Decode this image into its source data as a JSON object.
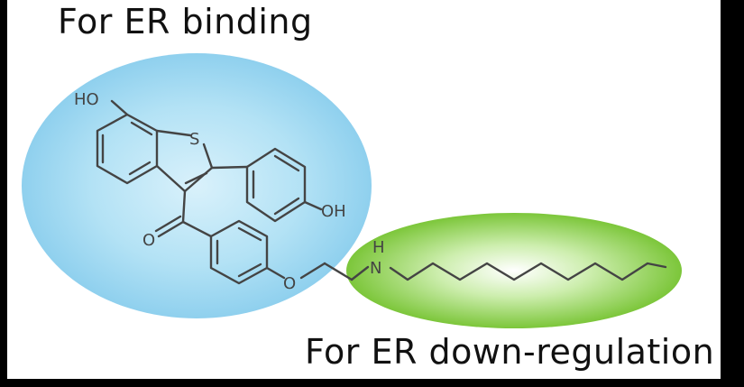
{
  "captions": {
    "top": "For ER binding",
    "bottom": "For ER down-regulation"
  },
  "atoms": {
    "ho_top": "HO",
    "sulfur": "S",
    "oh_right": "OH",
    "ketone_o": "O",
    "ether_o": "O",
    "amine_n": "N",
    "amine_h": "H"
  },
  "colors": {
    "page_border": "#000000",
    "background": "#ffffff",
    "binding_region": "#a9dcf1",
    "downregulation_region": "#8fd14a",
    "bond": "#444444"
  }
}
